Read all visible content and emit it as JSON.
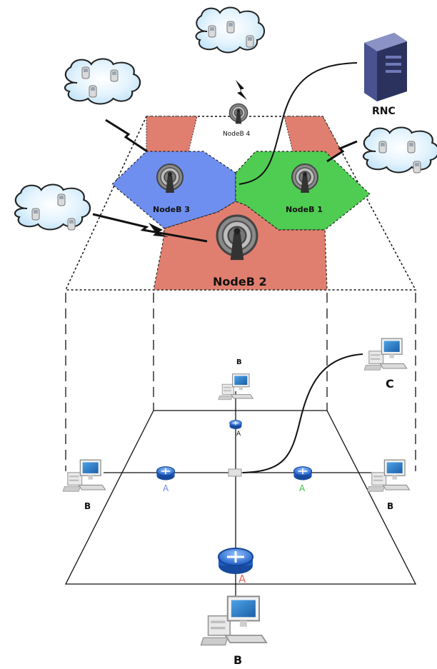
{
  "rnc": {
    "label": "RNC"
  },
  "nodes": {
    "nodeb1": "NodeB 1",
    "nodeb2": "NodeB 2",
    "nodeb3": "NodeB 3",
    "nodeb4": "NodeB 4"
  },
  "network": {
    "top_pc_label": "B",
    "left_pc_label": "B",
    "right_pc_label": "B",
    "bottom_pc_label": "B",
    "controller_label": "C",
    "top_router_label": "A",
    "left_router_label": "A",
    "right_router_label": "A",
    "bottom_router_label": "A"
  },
  "colors": {
    "salmon": "#e07f6f",
    "blue_cell": "#6e8ff0",
    "green_cell": "#4fcc52",
    "router_blue": "#2b6fd6",
    "label_blue": "#6c8ae8",
    "label_green": "#3ec03e",
    "label_red": "#e06a5c"
  }
}
